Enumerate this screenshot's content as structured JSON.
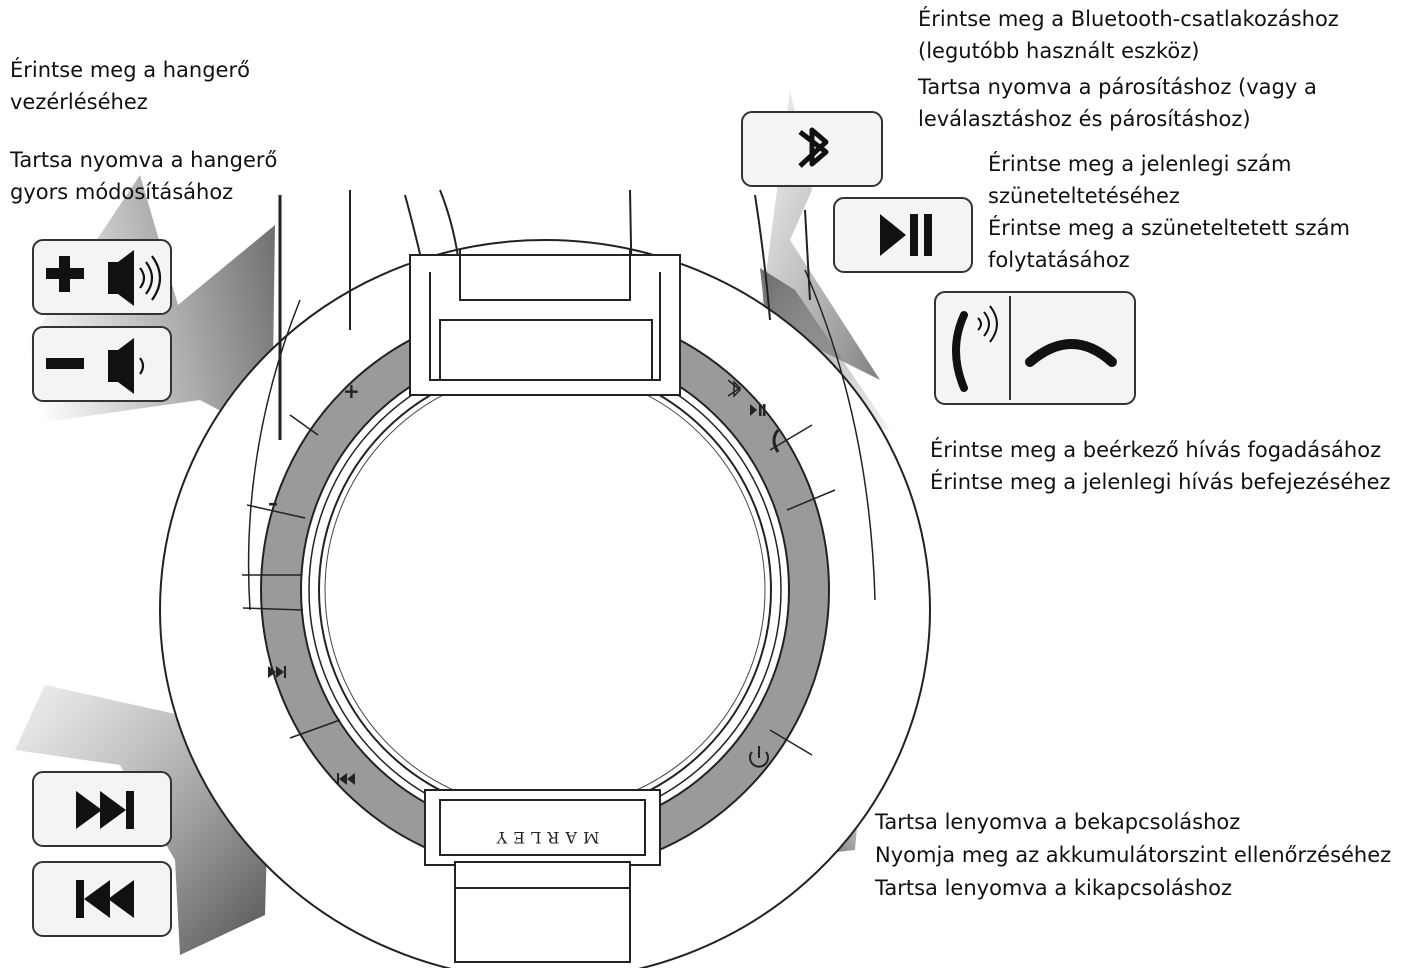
{
  "volume": {
    "tap_line1": "Érintse meg a hangerő",
    "tap_line2": "vezérléséhez",
    "hold_line1": "Tartsa nyomva a hangerő",
    "hold_line2": "gyors módosításához",
    "up_icon": "volume-up-icon",
    "down_icon": "volume-down-icon"
  },
  "bluetooth": {
    "line1": "Érintse meg a Bluetooth-csatlakozáshoz",
    "line2": "(legutóbb használt eszköz)",
    "line3": "Tartsa nyomva a párosításhoz (vagy a",
    "line4": "leválasztáshoz és párosításhoz)",
    "icon": "bluetooth-icon"
  },
  "playpause": {
    "line1": "Érintse meg a jelenlegi szám",
    "line2": "szüneteltetéséhez",
    "line3": "Érintse meg a szüneteltetett szám",
    "line4": "folytatásához",
    "icon": "play-pause-icon"
  },
  "call": {
    "line1": "Érintse meg a beérkező hívás fogadásához",
    "line2": "Érintse meg a jelenlegi hívás befejezéséhez",
    "answer_icon": "phone-ringing-icon",
    "end_icon": "phone-hangup-icon"
  },
  "power": {
    "line1": "Tartsa lenyomva a bekapcsoláshoz",
    "line2": "Nyomja meg az akkumulátorszint ellenőrzéséhez",
    "line3": "Tartsa lenyomva a kikapcsoláshoz",
    "icon": "power-icon"
  },
  "tracks": {
    "next_icon": "skip-forward-icon",
    "prev_icon": "skip-back-icon"
  },
  "device": {
    "ring_plus": "+",
    "ring_minus": "–",
    "brand": "MARLEY"
  },
  "colors": {
    "ring_fill": "#9a9a9a",
    "outline": "#222222",
    "button_fill": "#f4f4f4",
    "shadow": "#6e6e6e"
  }
}
